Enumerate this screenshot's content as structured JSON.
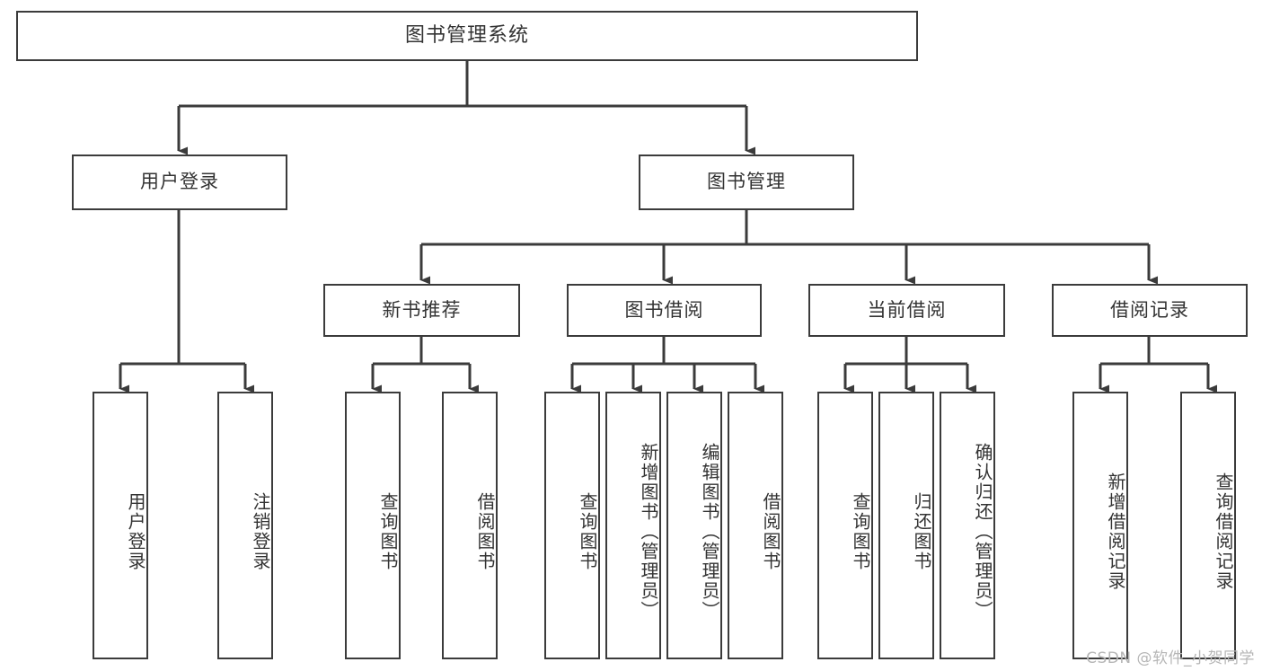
{
  "diagram": {
    "title": "图书管理系统",
    "watermark": "CSDN @软件_小贺同学",
    "colors": {
      "stroke": "#3b3b3b",
      "text": "#333333",
      "background": "#ffffff",
      "watermark": "#b6b6b6"
    },
    "nodes": {
      "root": {
        "label": "图书管理系统"
      },
      "level2": [
        {
          "label": "用户登录"
        },
        {
          "label": "图书管理"
        }
      ],
      "level3": [
        {
          "label": "新书推荐"
        },
        {
          "label": "图书借阅"
        },
        {
          "label": "当前借阅"
        },
        {
          "label": "借阅记录"
        }
      ],
      "leaves": {
        "user_login": [
          {
            "label": "用户登录"
          },
          {
            "label": "注销登录"
          }
        ],
        "new_book": [
          {
            "label": "查询图书"
          },
          {
            "label": "借阅图书"
          }
        ],
        "book_borrow": [
          {
            "label": "查询图书"
          },
          {
            "label": "新增图书（管理员）"
          },
          {
            "label": "编辑图书（管理员）"
          },
          {
            "label": "借阅图书"
          }
        ],
        "current_borrow": [
          {
            "label": "查询图书"
          },
          {
            "label": "归还图书"
          },
          {
            "label": "确认归还（管理员）"
          }
        ],
        "borrow_record": [
          {
            "label": "新增借阅记录"
          },
          {
            "label": "查询借阅记录"
          }
        ]
      }
    }
  }
}
